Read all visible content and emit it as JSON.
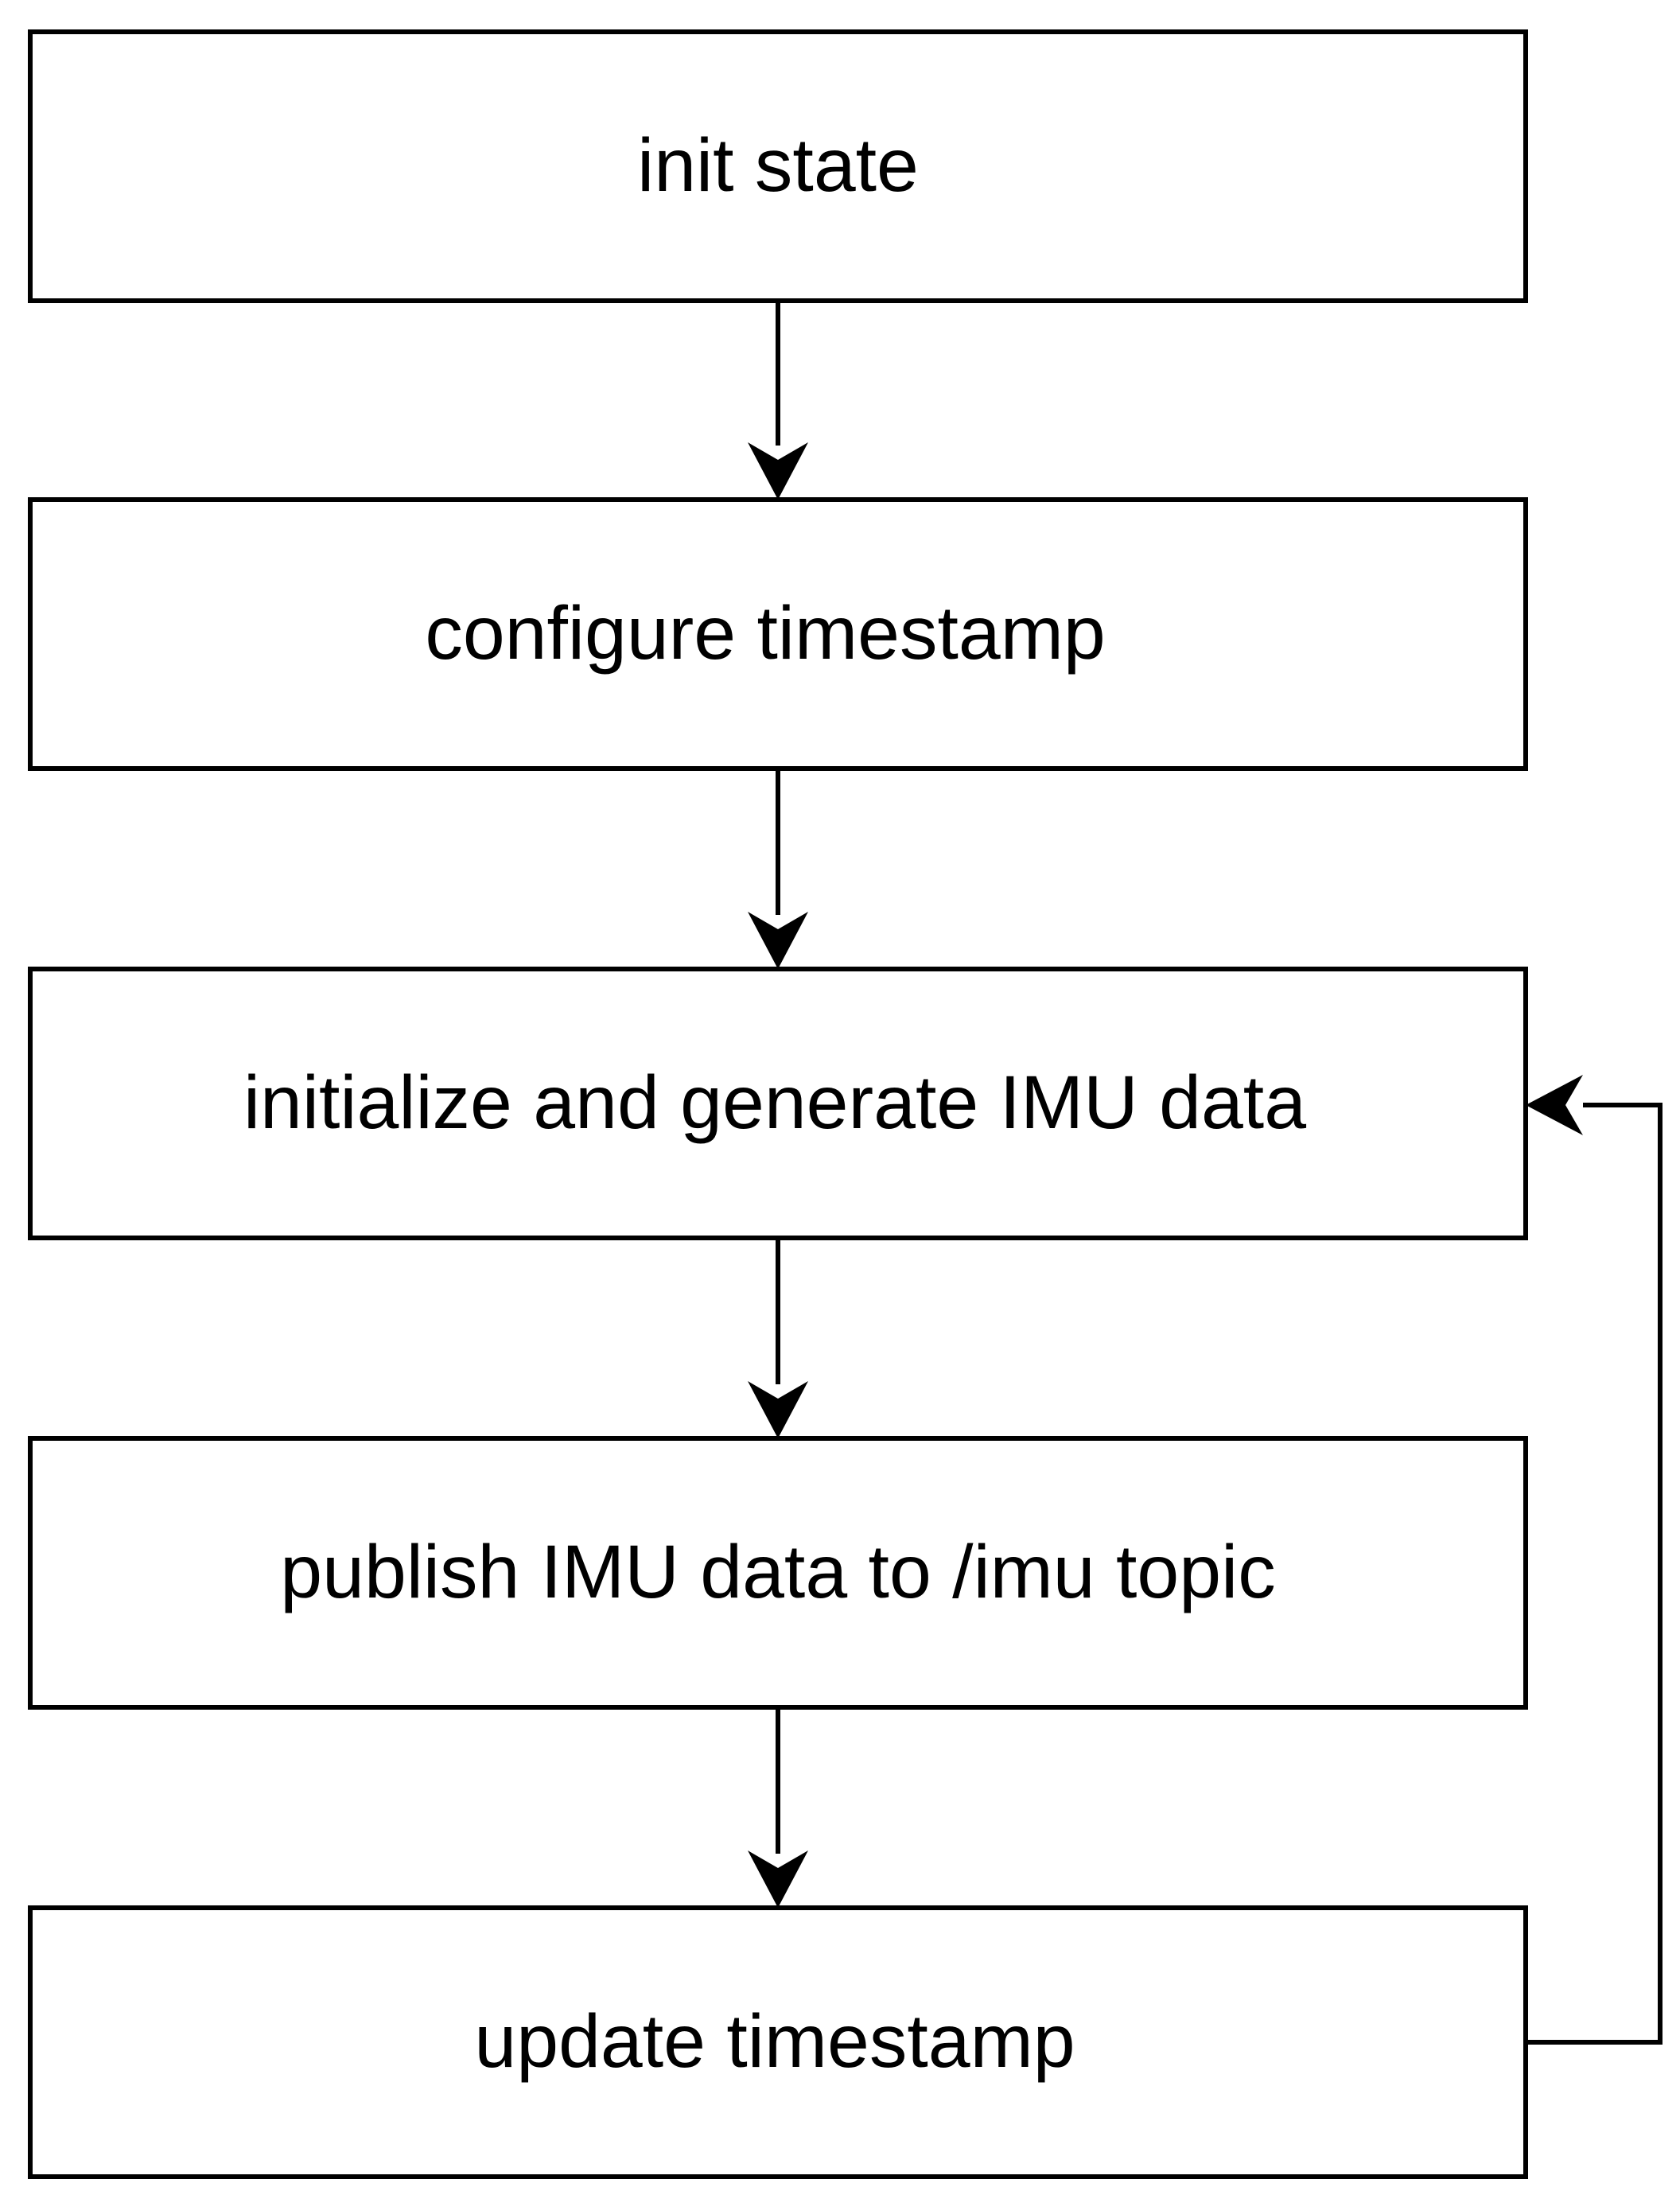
{
  "diagram": {
    "type": "flowchart",
    "colors": {
      "stroke": "#000000",
      "fill": "#ffffff",
      "text": "#000000"
    },
    "nodes": [
      {
        "id": "init",
        "label": "init state"
      },
      {
        "id": "configure",
        "label": "configure timestamp"
      },
      {
        "id": "initialize",
        "label": "initialize and generate IMU data"
      },
      {
        "id": "publish",
        "label": "publish IMU data to /imu topic"
      },
      {
        "id": "update",
        "label": "update timestamp"
      }
    ],
    "edges": [
      {
        "from": "init",
        "to": "configure"
      },
      {
        "from": "configure",
        "to": "initialize"
      },
      {
        "from": "initialize",
        "to": "publish"
      },
      {
        "from": "publish",
        "to": "update"
      },
      {
        "from": "update",
        "to": "initialize",
        "kind": "loop-back"
      }
    ]
  }
}
